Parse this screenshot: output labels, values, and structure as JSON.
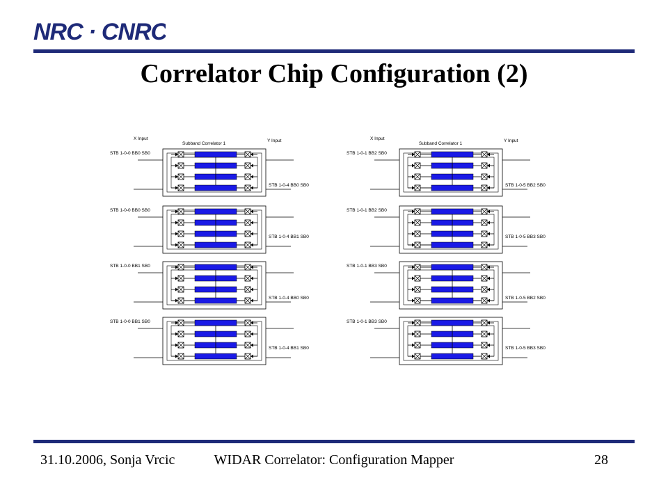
{
  "logo": {
    "text": "NRC · CNRC"
  },
  "colors": {
    "navy": "#1e2a78",
    "block": "#1a1ae6",
    "line": "#000000"
  },
  "title": "Correlator Chip Configuration (2)",
  "diagram": {
    "x_header": "X Input",
    "y_header": "Y Input",
    "subband_header": "Subband Correlator 1",
    "columns": [
      {
        "rows": [
          {
            "x_input": "STB 1-0-0 BB0 SB0",
            "y_input": "STB 1-0-4 BB0 SB0"
          },
          {
            "x_input": "STB 1-0-0 BB0 SB0",
            "y_input": "STB 1-0-4 BB1 SB0"
          },
          {
            "x_input": "STB 1-0-0 BB1 SB0",
            "y_input": "STB 1-0-4 BB0 SB0"
          },
          {
            "x_input": "STB 1-0-0 BB1 SB0",
            "y_input": "STB 1-0-4 BB1 SB0"
          }
        ]
      },
      {
        "rows": [
          {
            "x_input": "STB 1-0-1 BB2 SB0",
            "y_input": "STB 1-0-5 BB2 SB0"
          },
          {
            "x_input": "STB 1-0-1 BB2 SB0",
            "y_input": "STB 1-0-5 BB3 SB0"
          },
          {
            "x_input": "STB 1-0-1 BB3 SB0",
            "y_input": "STB 1-0-5 BB2 SB0"
          },
          {
            "x_input": "STB 1-0-1 BB3 SB0",
            "y_input": "STB 1-0-5 BB3 SB0"
          }
        ]
      }
    ]
  },
  "footer": {
    "left": "31.10.2006, Sonja Vrcic",
    "center": "WIDAR Correlator: Configuration Mapper",
    "right": "28"
  }
}
